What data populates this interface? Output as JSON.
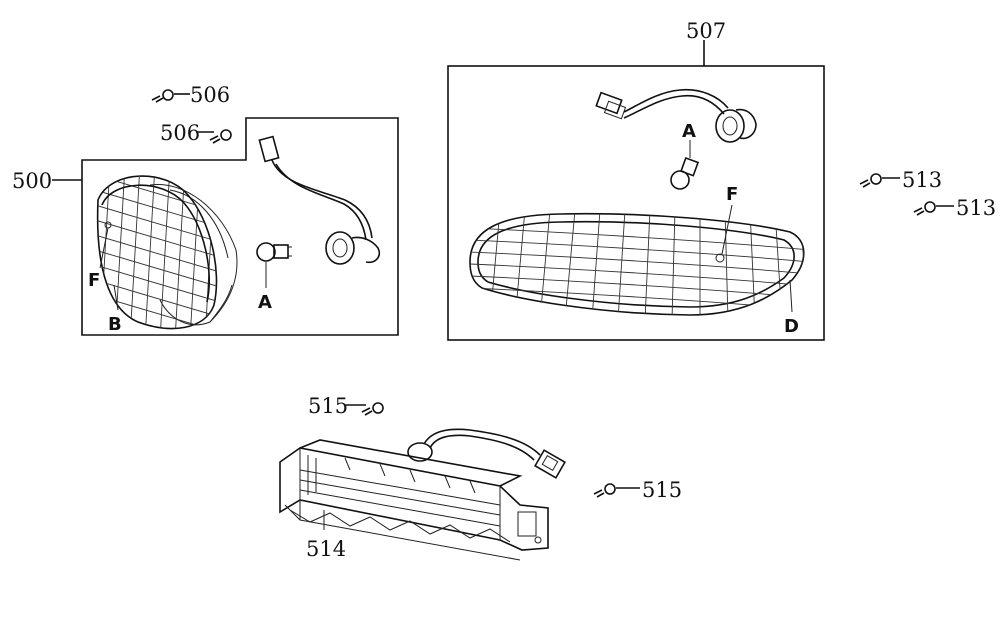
{
  "labels": {
    "p500": "500",
    "p506a": "506",
    "p506b": "506",
    "p507": "507",
    "p513a": "513",
    "p513b": "513",
    "p515a": "515",
    "p515b": "515",
    "p514": "514"
  },
  "letters": {
    "left_f": "F",
    "left_b": "B",
    "left_a": "A",
    "right_a": "A",
    "right_f": "F",
    "right_d": "D"
  }
}
